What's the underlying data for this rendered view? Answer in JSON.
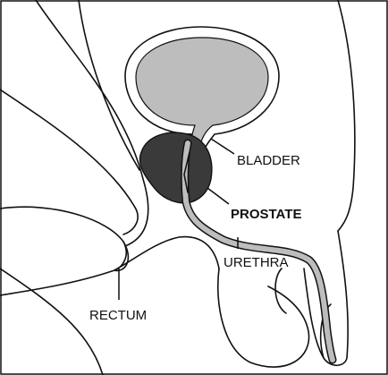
{
  "labels": {
    "bladder": "BLADDER",
    "prostate": "PROSTATE",
    "urethra": "URETHRA",
    "rectum": "RECTUM"
  },
  "colors": {
    "bladder_fill": "#bdbdbd",
    "prostate_fill": "#3a3a3a",
    "urethra_fill": "#bdbdbd",
    "outline": "#111111",
    "background": "#ffffff"
  }
}
